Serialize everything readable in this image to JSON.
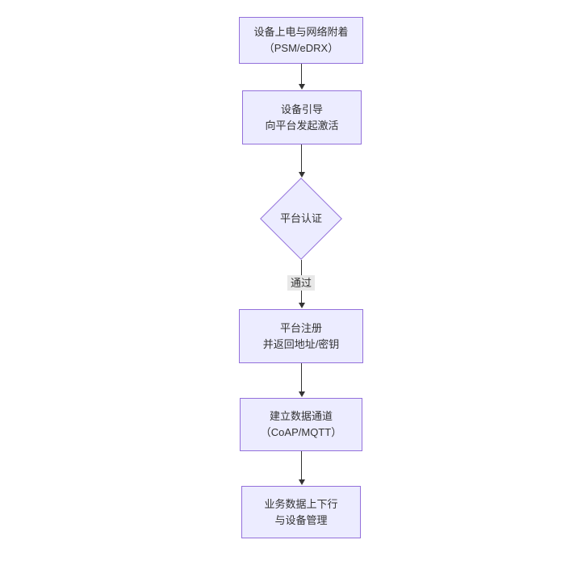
{
  "diagram": {
    "type": "flowchart",
    "direction": "top-down",
    "colors": {
      "background": "#ffffff",
      "node_fill": "#ECECFF",
      "node_border": "#9370DB",
      "line": "#333333",
      "text": "#333333",
      "edge_label_bg": "#e8e8e8"
    },
    "nodes": [
      {
        "id": "power-attach",
        "shape": "rect",
        "lines": [
          "设备上电与网络附着",
          "（PSM/eDRX）"
        ]
      },
      {
        "id": "bootstrap",
        "shape": "rect",
        "lines": [
          "设备引导",
          "向平台发起激活"
        ]
      },
      {
        "id": "platform-auth",
        "shape": "diamond",
        "lines": [
          "平台认证"
        ]
      },
      {
        "id": "register",
        "shape": "rect",
        "lines": [
          "平台注册",
          "并返回地址/密钥"
        ]
      },
      {
        "id": "data-channel",
        "shape": "rect",
        "lines": [
          "建立数据通道",
          "（CoAP/MQTT）"
        ]
      },
      {
        "id": "business-data",
        "shape": "rect",
        "lines": [
          "业务数据上下行",
          "与设备管理"
        ]
      }
    ],
    "edges": [
      {
        "from": "power-attach",
        "to": "bootstrap",
        "label": ""
      },
      {
        "from": "bootstrap",
        "to": "platform-auth",
        "label": ""
      },
      {
        "from": "platform-auth",
        "to": "register",
        "label": "通过"
      },
      {
        "from": "register",
        "to": "data-channel",
        "label": ""
      },
      {
        "from": "data-channel",
        "to": "business-data",
        "label": ""
      }
    ]
  }
}
